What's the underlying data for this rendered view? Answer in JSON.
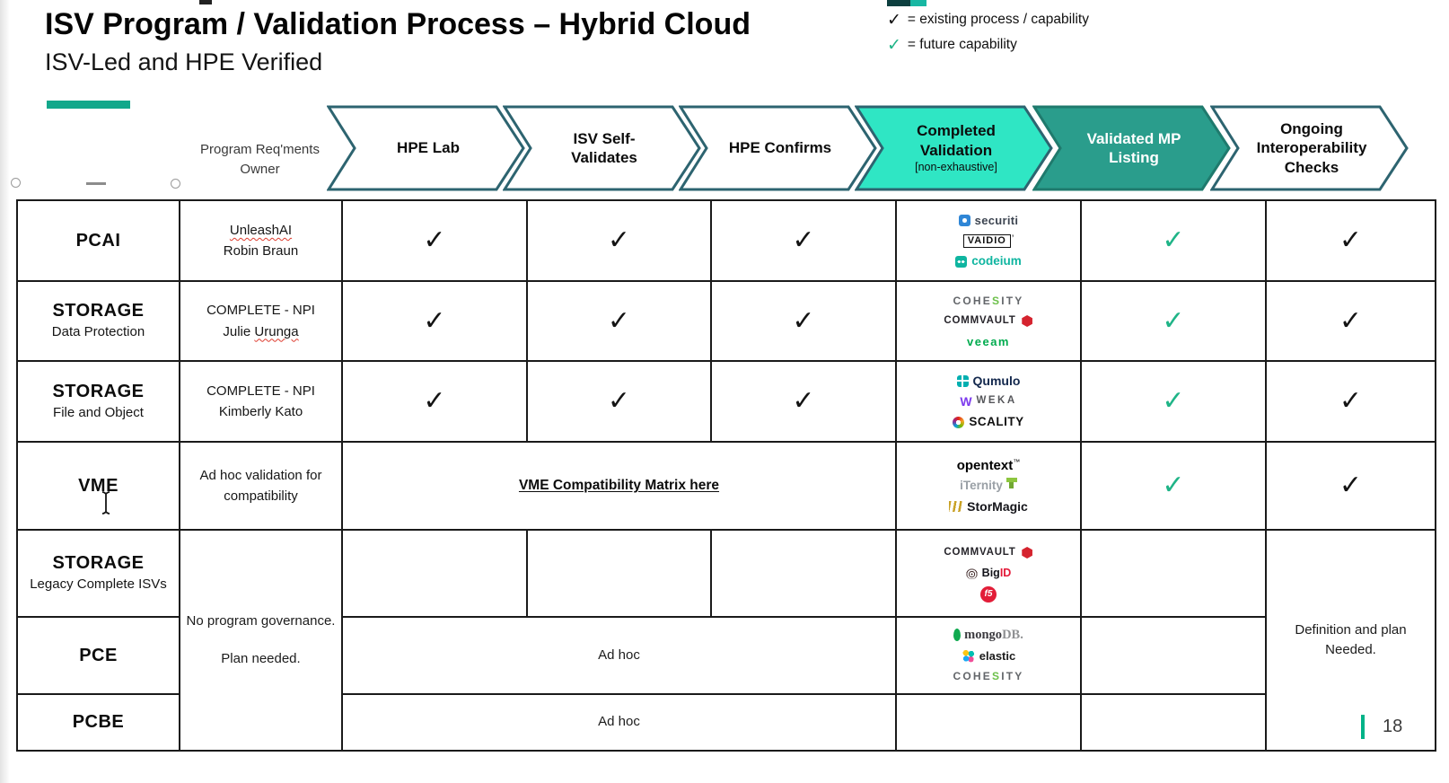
{
  "slide": {
    "title": "ISV Program / Validation Process – Hybrid Cloud",
    "subtitle": "ISV-Led and HPE Verified",
    "page_number": "18"
  },
  "legend": {
    "existing_check": "✓",
    "existing_label": "= existing process / capability",
    "future_check": "✓",
    "future_label": "= future capability"
  },
  "colors": {
    "accent_green": "#12a88b",
    "completed_fill": "#2fe6c4",
    "validated_fill": "#2a9d8c",
    "chevron_outline": "#2d6470",
    "future_check_green": "#1fb487",
    "spellcheck_red": "#dd3b2e",
    "slide_number_teal": "#00b388"
  },
  "header": {
    "owner_column": "Program Req'ments Owner",
    "stages": {
      "hpe_lab": "HPE Lab",
      "isv_self": "ISV Self-Validates",
      "hpe_confirms": "HPE Confirms",
      "completed": "Completed Validation",
      "completed_sub": "[non-exhaustive]",
      "validated_mp": "Validated MP Listing",
      "ongoing": "Ongoing Interoperability Checks"
    }
  },
  "rows": {
    "pcai": {
      "program": "PCAI",
      "owner1_err": "UnleashAI",
      "owner2": "Robin Braun",
      "c1": "✓",
      "c2": "✓",
      "c3": "✓",
      "mp": "✓",
      "on": "✓"
    },
    "dp": {
      "program": "STORAGE",
      "sub": "Data Protection",
      "owner1": "COMPLETE - NPI",
      "owner2_pre": "Julie ",
      "owner2_err": "Urunga",
      "c1": "✓",
      "c2": "✓",
      "c3": "✓",
      "mp": "✓",
      "on": "✓"
    },
    "fo": {
      "program": "STORAGE",
      "sub": "File and Object",
      "owner1": "COMPLETE - NPI",
      "owner2": "Kimberly Kato",
      "c1": "✓",
      "c2": "✓",
      "c3": "✓",
      "mp": "✓",
      "on": "✓"
    },
    "vme": {
      "program": "VME",
      "owner": "Ad hoc validation for compatibility",
      "link": "VME Compatibility Matrix here",
      "mp": "✓",
      "on": "✓"
    },
    "legacy": {
      "program": "STORAGE",
      "sub": "Legacy Complete ISVs"
    },
    "pce": {
      "program": "PCE",
      "adhoc": "Ad hoc"
    },
    "pcbe": {
      "program": "PCBE",
      "adhoc": "Ad hoc"
    },
    "governance1": "No program governance.",
    "governance2": "Plan needed.",
    "ongoing1": "Definition and plan",
    "ongoing2": "Needed."
  },
  "logos": {
    "securiti": "securiti",
    "vaidio": "VAIDIO",
    "vaidio_tick": "’",
    "codeium": "codeium",
    "cohesity_pre": "COHE",
    "cohesity_s": "S",
    "cohesity_post": "ITY",
    "commvault": "COMMVAULT",
    "veeam": "veeam",
    "qumulo": "Qumulo",
    "weka": "WEKA",
    "scality": "SCALITY",
    "opentext": "opentext",
    "opentext_tm": "™",
    "iternity": "iTernity",
    "stormagic": "StorMagic",
    "bigid_pre": "Big",
    "bigid_id": "ID",
    "f5": "f5",
    "mongodb_pre": "mongo",
    "mongodb_db": "DB.",
    "elastic": "elastic"
  }
}
